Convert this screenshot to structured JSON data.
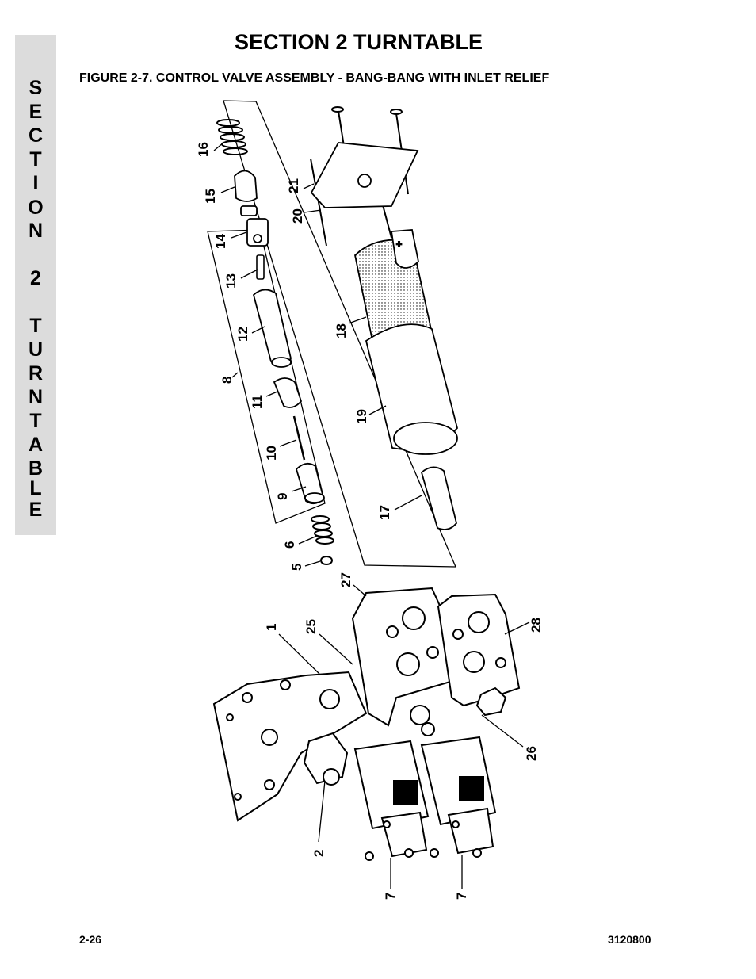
{
  "side_tab": {
    "letters": [
      "S",
      "E",
      "C",
      "T",
      "I",
      "O",
      "N",
      "",
      "2",
      "",
      "T",
      "U",
      "R",
      "N",
      "T",
      "A",
      "B",
      "L",
      "E"
    ]
  },
  "header": {
    "section_title": "SECTION 2  TURNTABLE",
    "figure_caption": "FIGURE 2-7.    CONTROL VALVE ASSEMBLY - BANG-BANG WITH INLET RELIEF"
  },
  "drawing": {
    "callouts": [
      "16",
      "15",
      "14",
      "13",
      "12",
      "8",
      "11",
      "10",
      "9",
      "6",
      "5",
      "21",
      "20",
      "18",
      "19",
      "17",
      "27",
      "1",
      "25",
      "28",
      "26",
      "2",
      "7",
      "7"
    ]
  },
  "footer": {
    "page_number": "2-26",
    "doc_number": "3120800"
  }
}
